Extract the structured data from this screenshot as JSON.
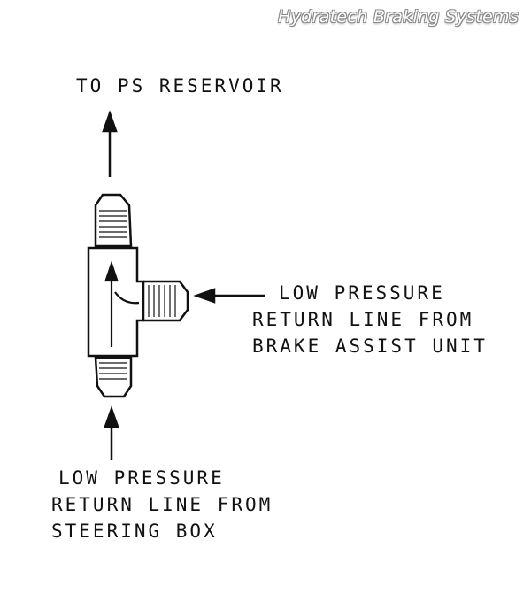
{
  "watermark": "Hydratech Braking Systems",
  "labels": {
    "to_reservoir": "TO PS RESERVOIR",
    "brake_assist": {
      "line1": "LOW PRESSURE",
      "line2": "RETURN LINE FROM",
      "line3": "BRAKE ASSIST UNIT"
    },
    "steering_box": {
      "line1": "LOW PRESSURE",
      "line2": "RETURN LINE FROM",
      "line3": "STEERING BOX"
    }
  }
}
